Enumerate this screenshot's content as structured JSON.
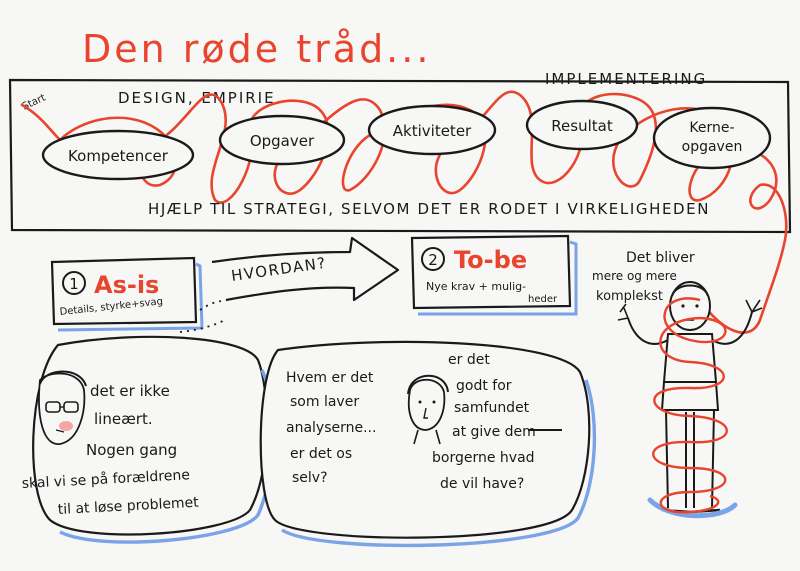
{
  "colors": {
    "ink": "#1a1a1a",
    "red": "#e8442e",
    "blue_shadow": "#7aa3e8",
    "skin_pink": "#f6a4a6",
    "paper": "#f7f7f5"
  },
  "title": "Den røde tråd...",
  "process": {
    "start_label": "Start",
    "left_heading": "DESIGN, EMPIRIE",
    "right_heading": "IMPLEMENTERING",
    "steps": [
      "Kompetencer",
      "Opgaver",
      "Aktiviteter",
      "Resultat"
    ],
    "last_step_line1": "Kerne-",
    "last_step_line2": "opgaven",
    "footer": "HJÆLP TIL STRATEGI, SELVOM DET ER RODET I VIRKELIGHEDEN"
  },
  "asis": {
    "number": "1",
    "title": "As-is",
    "subtitle": "Details, styrke+svag"
  },
  "arrow_label": "HVORDAN?",
  "tobe": {
    "number": "2",
    "title": "To-be",
    "subtitle_line1": "Nye krav + mulig-",
    "subtitle_line2": "heder"
  },
  "person_note": {
    "line1": "Det bliver",
    "line2": "mere og mere",
    "line3": "komplekst"
  },
  "bubble_left": {
    "line1": "det er ikke",
    "line2": "lineært.",
    "line3": "Nogen gang",
    "line4": "skal vi se på forældrene",
    "line5": "til at løse problemet"
  },
  "bubble_mid": {
    "left_line1": "Hvem er det",
    "left_line2": "som laver",
    "left_line3": "analyserne...",
    "left_line4": "er det os",
    "left_line5": "selv?",
    "right_line1": "er det",
    "right_line2": "godt for",
    "right_line3": "samfundet",
    "right_line4": "at give dem",
    "right_line5": "borgerne hvad",
    "right_line6": "de vil have?"
  }
}
